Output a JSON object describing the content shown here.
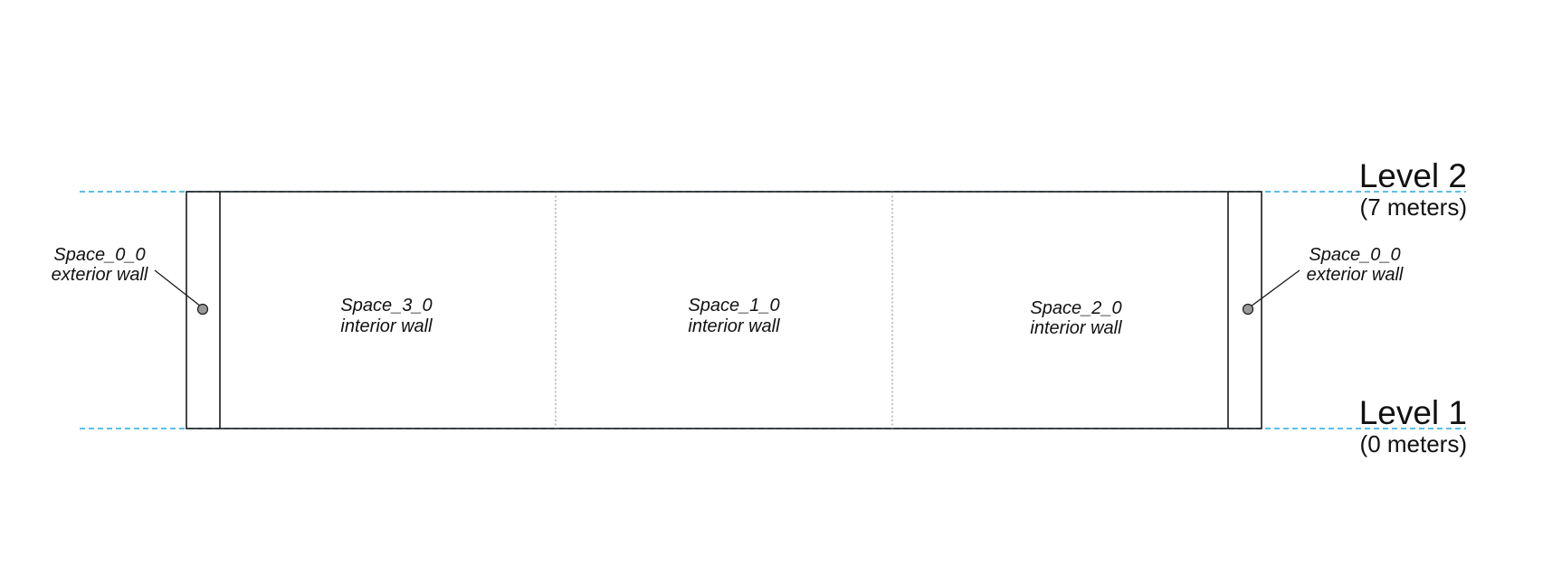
{
  "levels": [
    {
      "name": "Level 2",
      "height": "(7 meters)"
    },
    {
      "name": "Level 1",
      "height": "(0 meters)"
    }
  ],
  "spaces": {
    "left_exterior": {
      "name": "Space_0_0",
      "wall_type": "exterior wall"
    },
    "space_3": {
      "name": "Space_3_0",
      "wall_type": "interior wall"
    },
    "space_1": {
      "name": "Space_1_0",
      "wall_type": "interior wall"
    },
    "space_2": {
      "name": "Space_2_0",
      "wall_type": "interior wall"
    },
    "right_exterior": {
      "name": "Space_0_0",
      "wall_type": "exterior wall"
    }
  },
  "colors": {
    "level_guide": "#29a9e0",
    "outline": "#1a1a1a",
    "partition": "#8a8a8a",
    "marker_fill": "#9a9a9a"
  }
}
